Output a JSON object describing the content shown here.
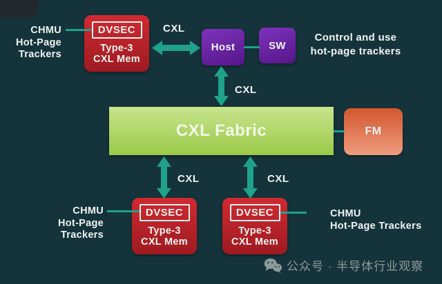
{
  "colors": {
    "background": "#15333b",
    "teal": "#1ea28c",
    "red_top": "#d12a31",
    "red_bottom": "#9e1a21",
    "purple_top": "#7e33bc",
    "purple_bottom": "#551689",
    "green_top": "#c8e48c",
    "green_bottom": "#9aca49",
    "orange_top": "#d2572f",
    "orange_bottom": "#ef9b7e",
    "text": "#f0f4f2",
    "watermark": "#8d9b98"
  },
  "nodes": {
    "host": {
      "label": "Host"
    },
    "sw": {
      "label": "SW"
    },
    "fabric": {
      "label": "CXL Fabric"
    },
    "fm": {
      "label": "FM"
    },
    "mem_top": {
      "dvsec": "DVSEC",
      "line1": "Type-3",
      "line2": "CXL Mem"
    },
    "mem_bottom_left": {
      "dvsec": "DVSEC",
      "line1": "Type-3",
      "line2": "CXL Mem"
    },
    "mem_bottom_right": {
      "dvsec": "DVSEC",
      "line1": "Type-3",
      "line2": "CXL Mem"
    }
  },
  "labels": {
    "cxl_top": "CXL",
    "cxl_host": "CXL",
    "cxl_bottom_left": "CXL",
    "cxl_bottom_right": "CXL",
    "tracker_top_left": [
      "CHMU",
      "Hot-Page",
      "Trackers"
    ],
    "tracker_bottom_left": [
      "CHMU",
      "Hot-Page",
      "Trackers"
    ],
    "tracker_bottom_right": [
      "CHMU",
      "Hot-Page Trackers"
    ],
    "caption": [
      "Control and use",
      "hot-page trackers"
    ]
  },
  "watermark": {
    "text": "公众号 · 半导体行业观察"
  }
}
